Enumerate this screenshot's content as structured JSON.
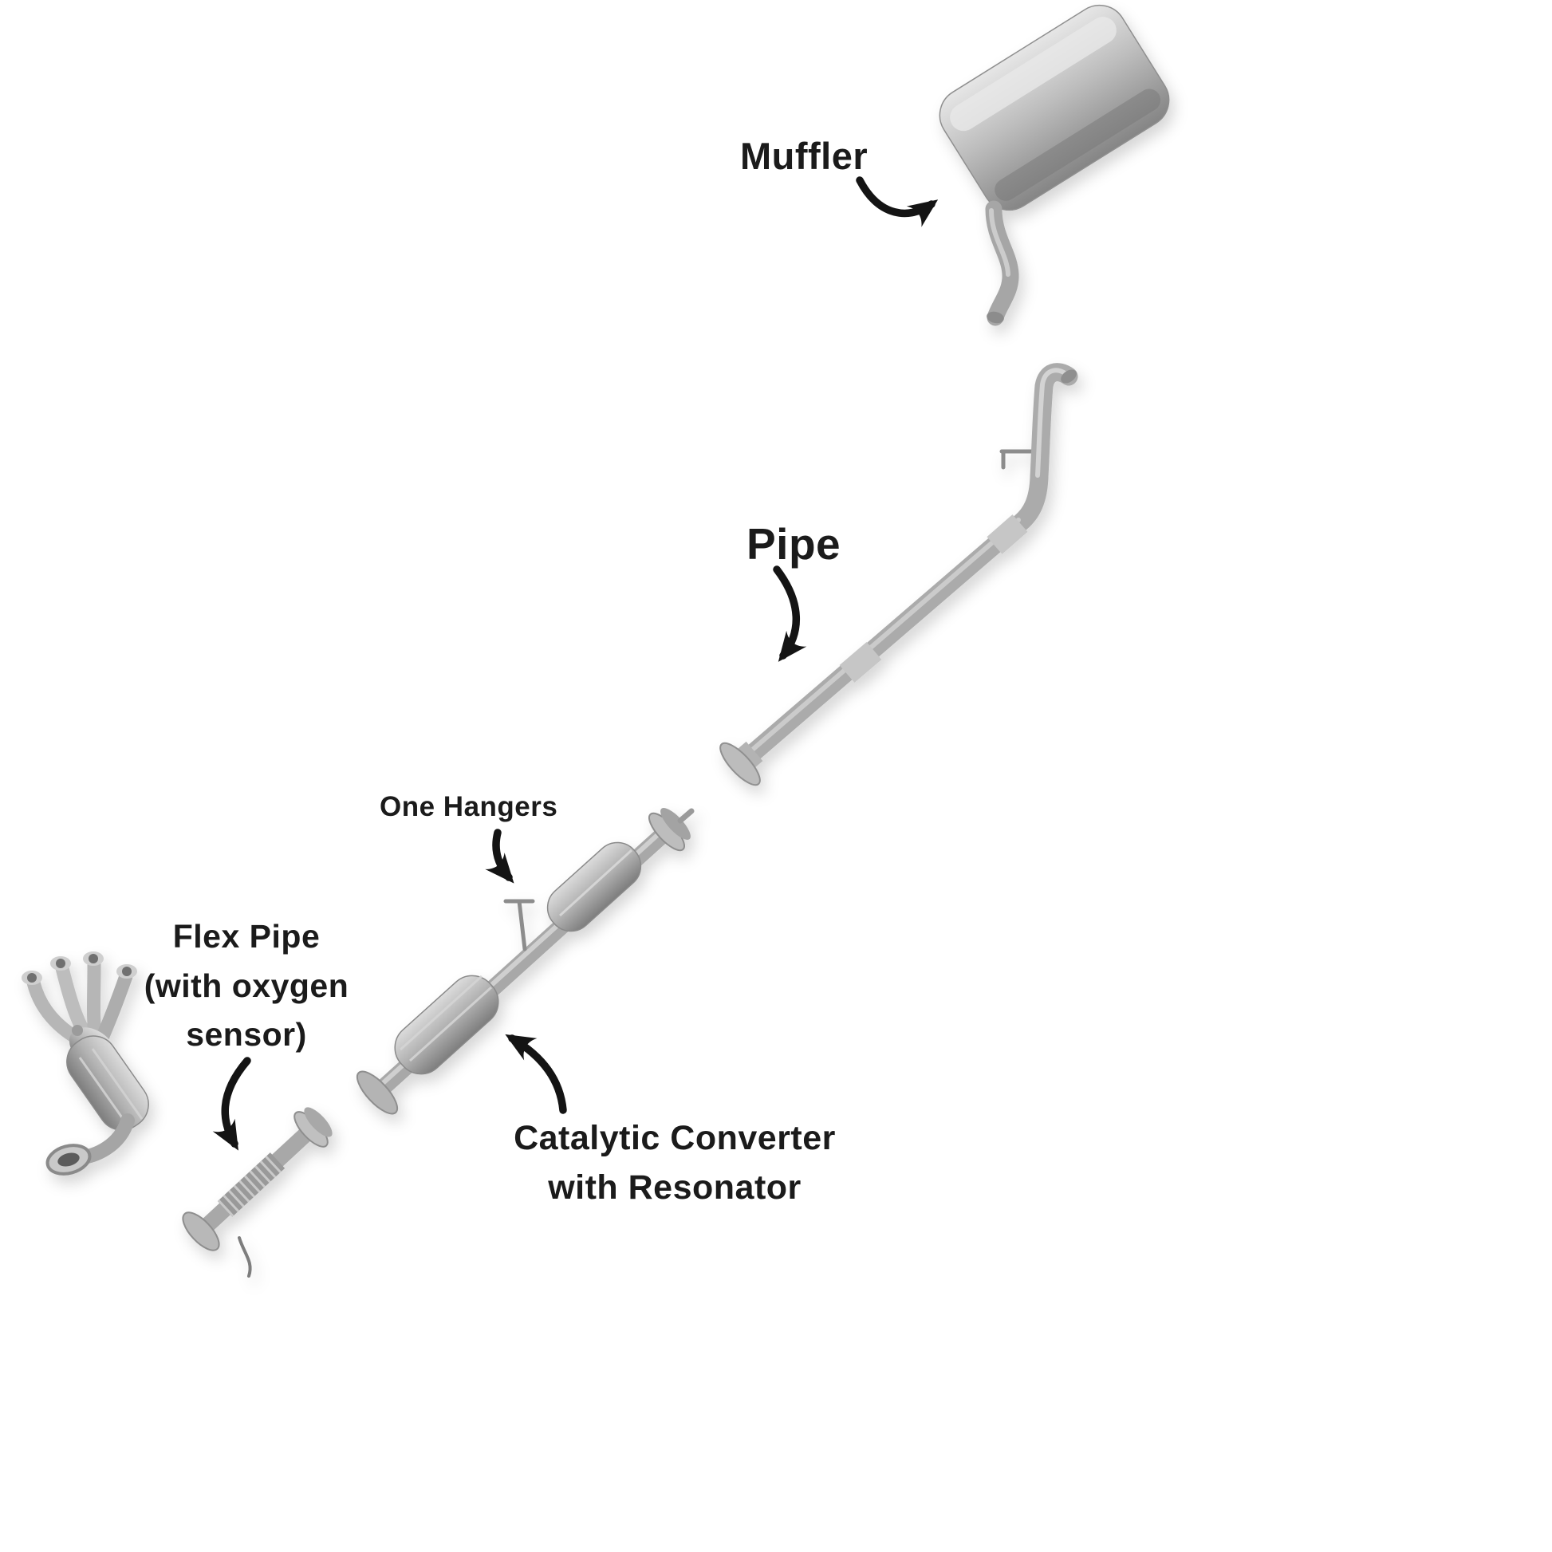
{
  "diagram": {
    "title": "Exhaust system parts diagram",
    "background_color": "#ffffff",
    "label_color": "#1b1b1b",
    "arrow_color": "#141414",
    "metal_light": "#e3e3e3",
    "metal_mid": "#b3b3b3",
    "metal_dark": "#7f7f7f",
    "labels": {
      "muffler": "Muffler",
      "pipe": "Pipe",
      "one_hangers": "One Hangers",
      "flex_pipe": "Flex Pipe\n(with oxygen\nsensor)",
      "catalytic_converter": "Catalytic Converter\nwith Resonator"
    },
    "parts": [
      {
        "name": "muffler-graphic",
        "description": "muffler with tailpipe"
      },
      {
        "name": "pipe-graphic",
        "description": "intermediate exhaust pipe with bend and flared end"
      },
      {
        "name": "catalytic-converter-graphic",
        "description": "catalytic converter with resonator and hanger rod"
      },
      {
        "name": "flex-pipe-graphic",
        "description": "flex pipe with oxygen sensor wire"
      },
      {
        "name": "manifold-graphic",
        "description": "exhaust manifold with integrated catalytic converter"
      }
    ]
  }
}
